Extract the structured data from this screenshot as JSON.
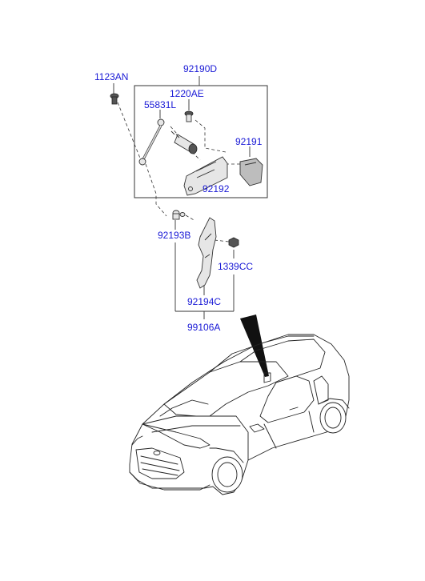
{
  "colors": {
    "label": "#1a1ad6",
    "line": "#333333",
    "part_fill": "#e6e6e6",
    "arrow": "#111111"
  },
  "labels": {
    "p1123AN": "1123AN",
    "p92190D": "92190D",
    "p1220AE": "1220AE",
    "p55831L": "55831L",
    "p92191": "92191",
    "p92192": "92192",
    "p92193B": "92193B",
    "p1339CC": "1339CC",
    "p92194C": "92194C",
    "p99106A": "99106A"
  }
}
